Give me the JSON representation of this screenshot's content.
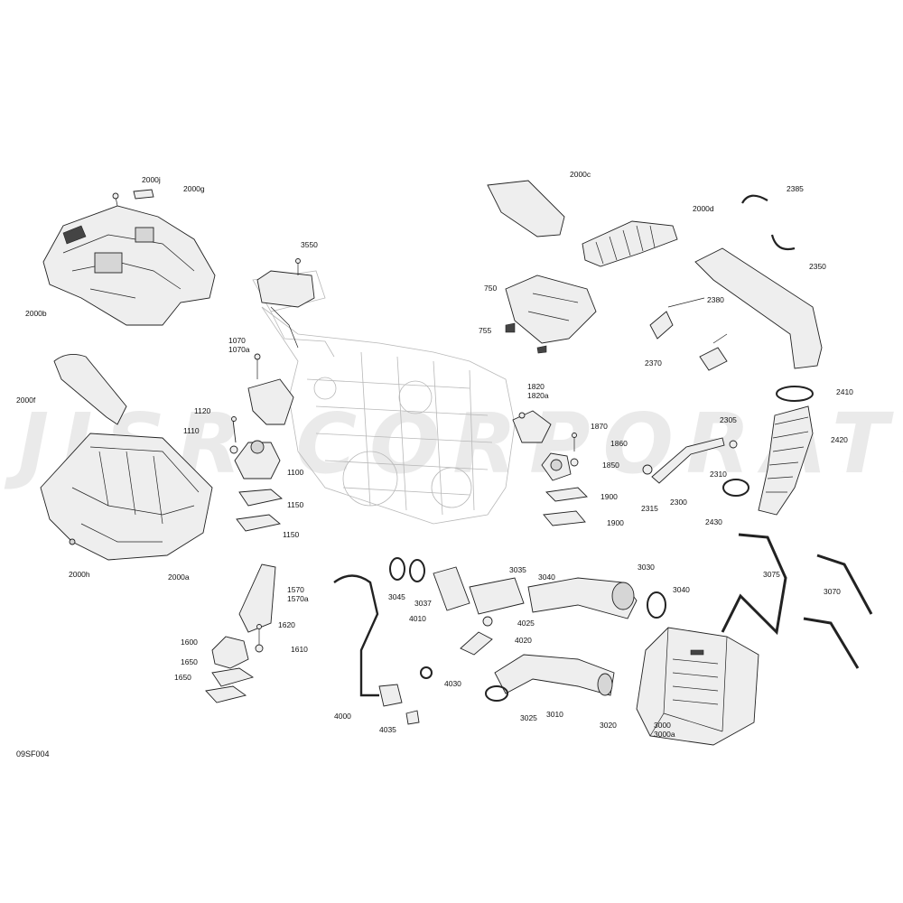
{
  "diagram": {
    "sheet_code": "09SF004",
    "watermark": "JISR CORPORATION",
    "callouts": [
      "2000j",
      "2000g",
      "2000b",
      "2000f",
      "2000h",
      "2000a",
      "3550",
      "1070\n1070a",
      "1120",
      "1110",
      "1100",
      "1150",
      "1150",
      "1570\n1570a",
      "1620",
      "1600",
      "1610",
      "1650",
      "1650",
      "2000c",
      "2000d",
      "2385",
      "2350",
      "750",
      "755",
      "2380",
      "2370",
      "1820\n1820a",
      "1870",
      "1860",
      "1850",
      "1900",
      "1900",
      "2410",
      "2305",
      "2420",
      "2310",
      "2300",
      "2315",
      "2430",
      "3035",
      "3040",
      "3030",
      "3045",
      "3037",
      "3040",
      "4010",
      "4025",
      "4020",
      "4030",
      "4000",
      "4035",
      "3025",
      "3010",
      "3020",
      "3075",
      "3070",
      "3000\n3000a"
    ]
  }
}
